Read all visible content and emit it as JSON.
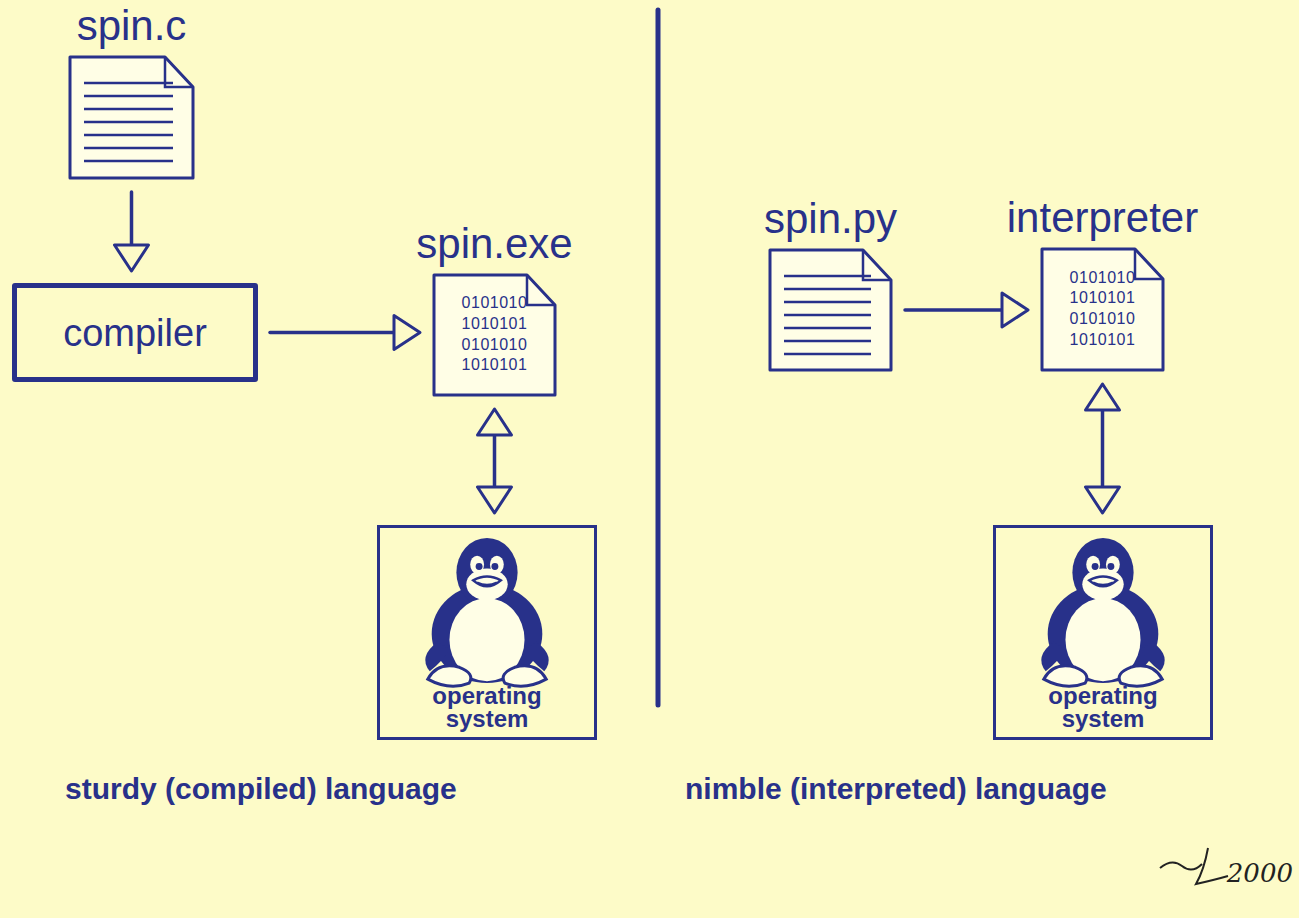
{
  "diagram": {
    "nodes": [
      {
        "text": [
          "spin.c"
        ]
      },
      {
        "text": [
          "compiler"
        ]
      },
      {
        "text": [
          "spin.exe",
          "0101010 1010101 0101010 1010101"
        ]
      },
      {
        "text": [
          "operating system"
        ]
      },
      {
        "text": [
          "spin.py"
        ]
      },
      {
        "text": [
          "interpreter",
          "0101010 1010101 0101010 1010101"
        ]
      },
      {
        "text": [
          "operating system"
        ]
      }
    ],
    "edges": [
      {
        "from": 0,
        "to": 1,
        "arrow": "to"
      },
      {
        "from": 1,
        "to": 2,
        "arrow": "to"
      },
      {
        "from": 2,
        "to": 3,
        "arrow": "both"
      },
      {
        "from": 4,
        "to": 5,
        "arrow": "to"
      },
      {
        "from": 5,
        "to": 6,
        "arrow": "both"
      }
    ],
    "labels": [
      "sturdy (compiled) language",
      "nimble (interpreted) language",
      "2000"
    ]
  }
}
